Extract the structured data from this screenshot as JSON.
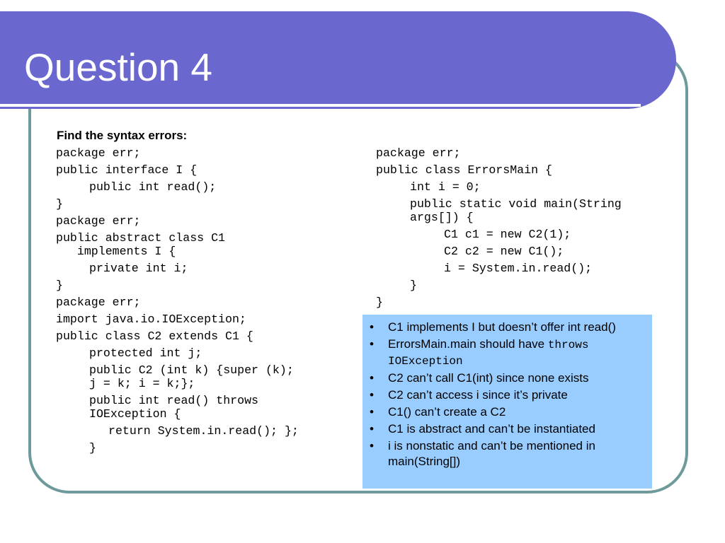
{
  "slide": {
    "title": "Question 4",
    "heading": "Find the syntax errors:"
  },
  "code_left": [
    {
      "indent": 0,
      "text": "package err;"
    },
    {
      "indent": 0,
      "text": "public interface I {"
    },
    {
      "indent": 1,
      "text": "public int read();"
    },
    {
      "indent": 0,
      "text": "}"
    },
    {
      "indent": 0,
      "text": "package err;"
    },
    {
      "indent": 0,
      "text": "public abstract class C1\n   implements I {"
    },
    {
      "indent": 1,
      "text": "private int i;"
    },
    {
      "indent": 0,
      "text": "}"
    },
    {
      "indent": 0,
      "text": "package err;"
    },
    {
      "indent": 0,
      "text": "import java.io.IOException;"
    },
    {
      "indent": 0,
      "text": "public class C2 extends C1 {"
    },
    {
      "indent": 1,
      "text": "protected int j;"
    },
    {
      "indent": 1,
      "text": "public C2 (int k) {super (k);\nj = k; i = k;};"
    },
    {
      "indent": 1,
      "text": "public int read() throws\nIOException {"
    },
    {
      "indent": 2,
      "text": "return System.in.read(); };"
    },
    {
      "indent": 1,
      "text": "}"
    }
  ],
  "code_right": [
    {
      "indent": 0,
      "text": "package err;"
    },
    {
      "indent": 0,
      "text": "public class ErrorsMain {"
    },
    {
      "indent": 1,
      "text": "int i = 0;"
    },
    {
      "indent": 1,
      "text": "public static void main(String\nargs[]) {"
    },
    {
      "indent": 2,
      "text": "C1 c1 = new C2(1);"
    },
    {
      "indent": 2,
      "text": "C2 c2 = new C1();"
    },
    {
      "indent": 2,
      "text": "i = System.in.read();"
    },
    {
      "indent": 1,
      "text": "}"
    },
    {
      "indent": 0,
      "text": "}"
    }
  ],
  "callout": {
    "bullet": "•",
    "items": [
      {
        "text": "C1 implements I but doesn’t offer int read()"
      },
      {
        "text": "ErrorsMain.main should have ",
        "code": "throws IOException"
      },
      {
        "text": "C2 can’t call C1(int) since none exists"
      },
      {
        "text": "C2 can’t access i since it’s private"
      },
      {
        "text": "C1() can’t create a C2"
      },
      {
        "text": "C1 is abstract and can’t be instantiated"
      },
      {
        "text": "i is nonstatic and can’t be mentioned in main(String[])"
      }
    ]
  },
  "colors": {
    "title_bar": "#6a67cf",
    "frame_border": "#6e9a9b",
    "callout_bg": "#99ccff",
    "text": "#000000"
  }
}
